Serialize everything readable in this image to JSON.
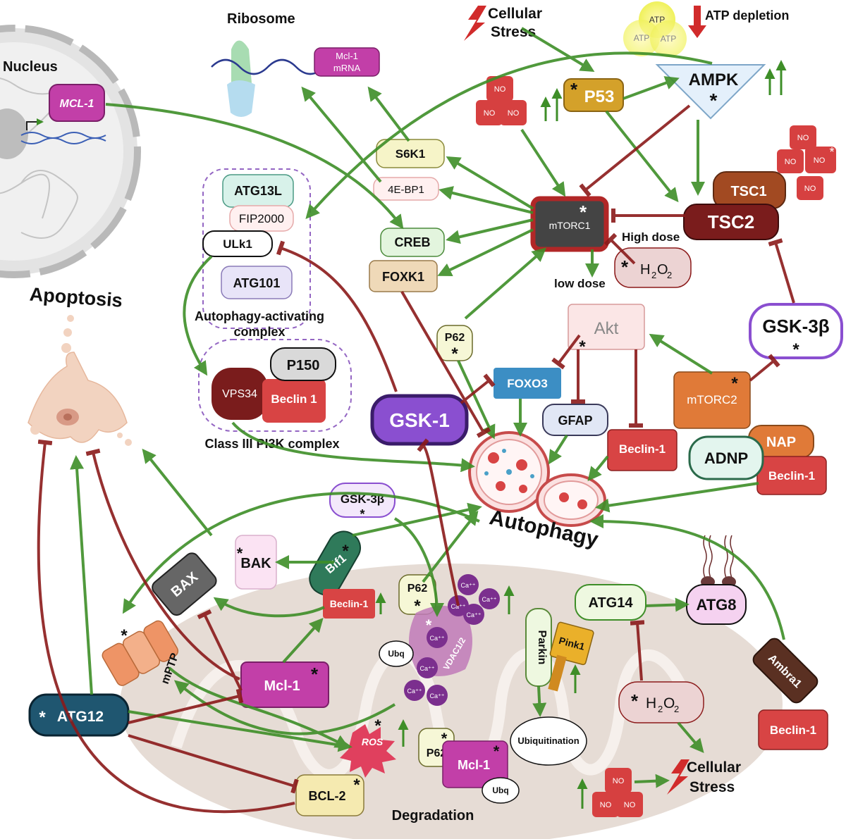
{
  "labels": {
    "nucleus": "Nucleus",
    "mcl1_gene": "MCL-1",
    "ribosome": "Ribosome",
    "mcl1_mrna_line1": "Mcl-1",
    "mcl1_mrna_line2": "mRNA",
    "cellular_stress_top_line1": "Cellular",
    "cellular_stress_top_line2": "Stress",
    "atp": "ATP",
    "atp_depletion": "ATP depletion",
    "ampk": "AMPK",
    "p53": "P53",
    "no": "NO",
    "s6k1": "S6K1",
    "ebp1": "4E-BP1",
    "creb": "CREB",
    "foxk1": "FOXK1",
    "mtorc1": "mTORC1",
    "tsc1": "TSC1",
    "tsc2": "TSC2",
    "high_dose": "High dose",
    "low_dose": "low dose",
    "h2o2_main": "H",
    "h2o2_sub": "2",
    "h2o2_rest": "O",
    "atg13l": "ATG13L",
    "fip2000": "FIP2000",
    "ulk1": "ULk1",
    "atg101": "ATG101",
    "autophagy_complex_line1": "Autophagy-activating",
    "autophagy_complex_line2": "complex",
    "vps34": "VPS34",
    "p150": "P150",
    "beclin1_short": "Beclin 1",
    "class3_pi3k": "Class III PI3K  complex",
    "apoptosis": "Apoptosis",
    "p62": "P62",
    "akt": "Akt",
    "foxo3": "FOXO3",
    "gfap": "GFAP",
    "gsk1": "GSK-1",
    "gsk3b": "GSK-3β",
    "mtorc2": "mTORC2",
    "beclin1": "Beclin-1",
    "adnp": "ADNP",
    "nap": "NAP",
    "autophagy": "Autophagy",
    "bak": "BAK",
    "bax": "BAX",
    "bif1": "Bif1",
    "mptp": "mPTP",
    "mcl1": "Mcl-1",
    "atg12": "ATG12",
    "ros": "ROS",
    "bcl2": "BCL-2",
    "ca": "Ca⁺⁺",
    "vdac": "VDAC1/2",
    "ubq": "Ubq",
    "parkin": "Parkin",
    "pink1": "Pink1",
    "ubiquitination": "Ubiquitination",
    "atg14": "ATG14",
    "atg8": "ATG8",
    "ambra1": "Ambra1",
    "degradation": "Degradation",
    "cellular_stress_bottom_line1": "Cellular",
    "cellular_stress_bottom_line2": "Stress",
    "asterisk": "*"
  },
  "colors": {
    "activation": "#3e8e28",
    "inhibition": "#8b1a1a",
    "mtorc1": "#444444",
    "tsc2": "#7a1c1c",
    "tsc1": "#a24a22",
    "gsk": "#8a4fd0",
    "beclin": "#d84444",
    "no_box": "#d64040",
    "p53": "#d4a12a",
    "mcl1": "#c23fa8",
    "atg12": "#1f5670",
    "bif1": "#2f7a5a",
    "mptp": "#ee9466",
    "bcl2": "#f5eab0",
    "mito": "#e6dcd5"
  }
}
